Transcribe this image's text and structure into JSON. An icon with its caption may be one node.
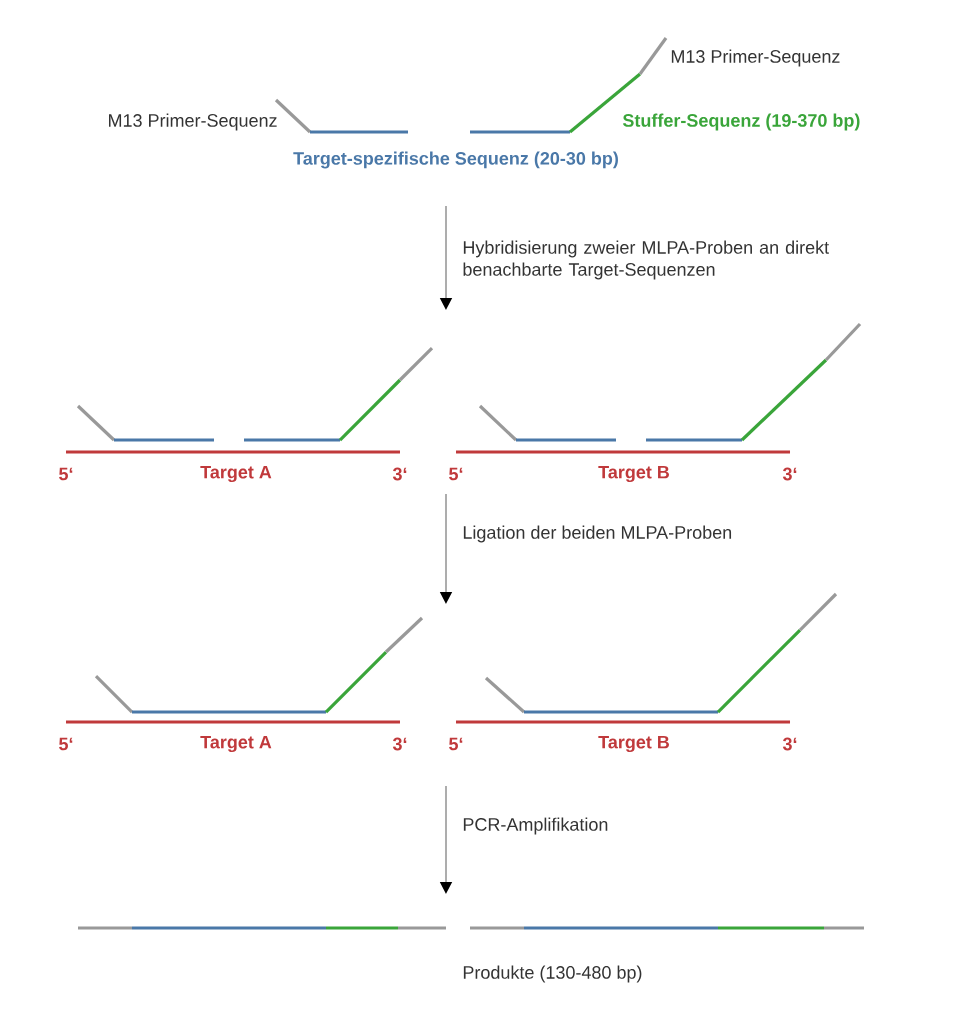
{
  "diagram": {
    "labels": [
      "M13 Primer-Sequenz",
      "M13 Primer-Sequenz",
      "Stuffer-Sequenz (19-370 bp)",
      "Target-spezifische Sequenz (20-30 bp)",
      "Hybridisierung zweier MLPA-Proben an direkt benachbarte Target-Sequenzen",
      "5‘",
      "Target A",
      "3‘",
      "5‘",
      "Target B",
      "3‘",
      "Ligation der beiden MLPA-Proben",
      "5‘",
      "Target A",
      "3‘",
      "5‘",
      "Target B",
      "3‘",
      "PCR-Amplifikation",
      "Produkte (130-480 bp)"
    ]
  }
}
